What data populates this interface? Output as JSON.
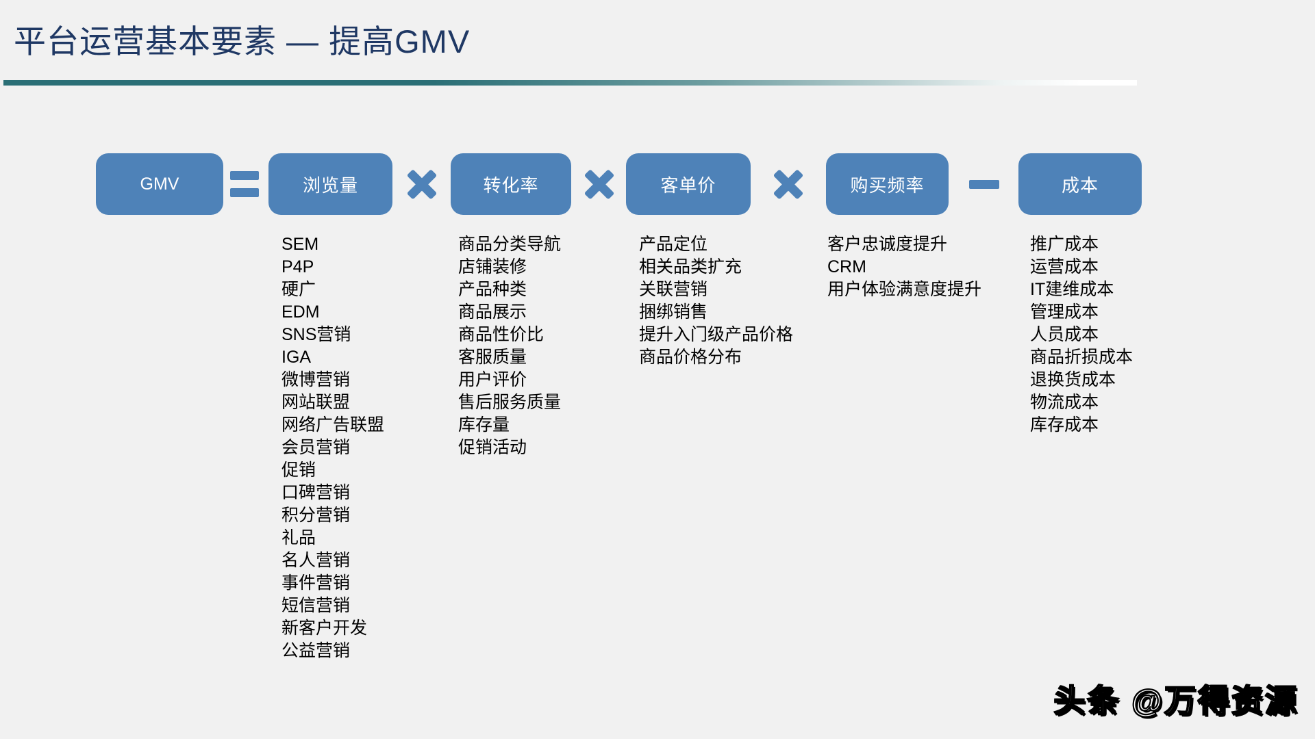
{
  "slide": {
    "title": "平台运营基本要素 — 提高GMV",
    "watermark": "头条 @万得资源",
    "colors": {
      "background": "#F1F1F1",
      "title_text": "#1F3864",
      "accent_line": "#2B6F76",
      "box_fill": "#4E82B8",
      "box_text": "#FFFFFF",
      "list_text": "#000000"
    }
  },
  "formula": {
    "result": {
      "label": "GMV"
    },
    "operators": [
      {
        "name": "equals-icon"
      },
      {
        "name": "multiply-icon"
      },
      {
        "name": "multiply-icon"
      },
      {
        "name": "multiply-icon"
      },
      {
        "name": "minus-icon"
      }
    ],
    "factors": [
      {
        "label": "浏览量",
        "items": [
          "SEM",
          "P4P",
          "硬广",
          "EDM",
          "SNS营销",
          "IGA",
          "微博营销",
          "网站联盟",
          "网络广告联盟",
          "会员营销",
          "促销",
          "口碑营销",
          "积分营销",
          "礼品",
          "名人营销",
          "事件营销",
          "短信营销",
          "新客户开发",
          "公益营销"
        ]
      },
      {
        "label": "转化率",
        "items": [
          "商品分类导航",
          "店铺装修",
          "产品种类",
          "商品展示",
          "商品性价比",
          "客服质量",
          "用户评价",
          "售后服务质量",
          "库存量",
          "促销活动"
        ]
      },
      {
        "label": "客单价",
        "items": [
          "产品定位",
          "相关品类扩充",
          "关联营销",
          "捆绑销售",
          "提升入门级产品价格",
          "商品价格分布"
        ]
      },
      {
        "label": "购买频率",
        "items": [
          "客户忠诚度提升",
          "CRM",
          "用户体验满意度提升"
        ]
      },
      {
        "label": "成本",
        "items": [
          "推广成本",
          "运营成本",
          "IT建维成本",
          "管理成本",
          "人员成本",
          "商品折损成本",
          "退换货成本",
          "物流成本",
          "库存成本"
        ]
      }
    ]
  }
}
